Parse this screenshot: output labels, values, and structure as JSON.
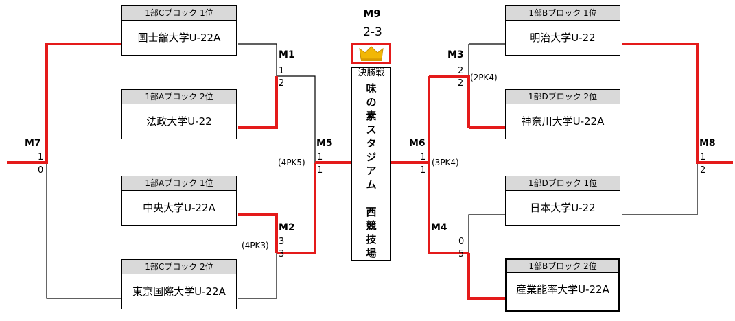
{
  "teams": [
    {
      "header": "1部Cブロック 1位",
      "name": "国士舘大学U-22A"
    },
    {
      "header": "1部Aブロック 2位",
      "name": "法政大学U-22"
    },
    {
      "header": "1部Aブロック 1位",
      "name": "中央大学U-22A"
    },
    {
      "header": "1部Cブロック 2位",
      "name": "東京国際大学U-22A"
    },
    {
      "header": "1部Bブロック 1位",
      "name": "明治大学U-22"
    },
    {
      "header": "1部Dブロック 2位",
      "name": "神奈川大学U-22A"
    },
    {
      "header": "1部Dブロック 1位",
      "name": "日本大学U-22"
    },
    {
      "header": "1部Bブロック 2位",
      "name": "産業能率大学U-22A"
    }
  ],
  "matches": {
    "M1": {
      "label": "M1",
      "top": "1",
      "bottom": "2"
    },
    "M2": {
      "label": "M2",
      "top": "3",
      "bottom": "3",
      "pk": "(4PK3)"
    },
    "M3": {
      "label": "M3",
      "top": "2",
      "bottom": "2",
      "pk": "(2PK4)"
    },
    "M4": {
      "label": "M4",
      "top": "0",
      "bottom": "5"
    },
    "M5": {
      "label": "M5",
      "top": "1",
      "bottom": "1",
      "pk": "(4PK5)"
    },
    "M6": {
      "label": "M6",
      "top": "1",
      "bottom": "1",
      "pk": "(3PK4)"
    },
    "M7": {
      "label": "M7",
      "top": "1",
      "bottom": "0"
    },
    "M8": {
      "label": "M8",
      "top": "1",
      "bottom": "2"
    },
    "M9": {
      "label": "M9",
      "score": "2-3"
    }
  },
  "final": {
    "title": "決勝戦",
    "venue": [
      "味",
      "の",
      "素",
      "ス",
      "タ",
      "ジ",
      "ア",
      "ム",
      "",
      "西",
      "競",
      "技",
      "場"
    ]
  },
  "colors": {
    "winner_line": "#e41a1a",
    "line": "#000000",
    "header_bg": "#d9d9d9",
    "crown": "#f2b705"
  }
}
